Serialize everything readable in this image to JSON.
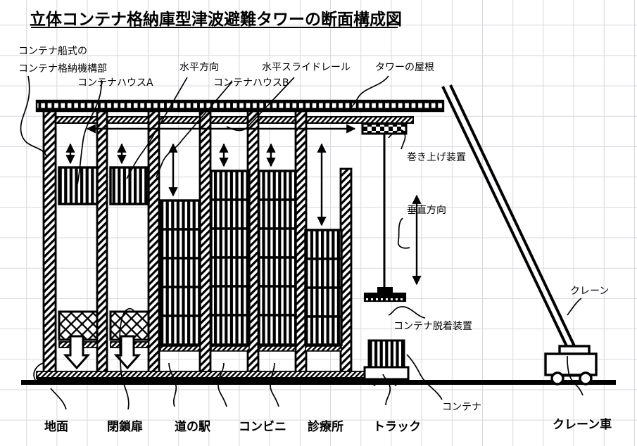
{
  "title": "立体コンテナ格納庫型津波避難タワーの断面構成図",
  "labels": {
    "container_ship_mechanism_line1": "コンテナ船式の",
    "container_ship_mechanism_line2": "コンテナ格納機構部",
    "container_house_a": "コンテナハウスA",
    "horizontal_direction": "水平方向",
    "container_house_b": "コンテナハウスB",
    "horizontal_slide_rail": "水平スライドレール",
    "tower_roof": "タワーの屋根",
    "hoisting_device": "巻き上げ装置",
    "vertical_direction": "垂直方向",
    "container_attach_detach_device": "コンテナ脱着装置",
    "crane": "クレーン",
    "container": "コンテナ",
    "crane_truck": "クレーン車",
    "ground": "地面",
    "closure_door": "閉鎖扉",
    "roadside_station": "道の駅",
    "convenience_store": "コンビニ",
    "clinic": "診療所",
    "truck": "トラック"
  },
  "colors": {
    "ink": "#000000",
    "grid": "#d5d8dd",
    "paper": "#ffffff"
  }
}
